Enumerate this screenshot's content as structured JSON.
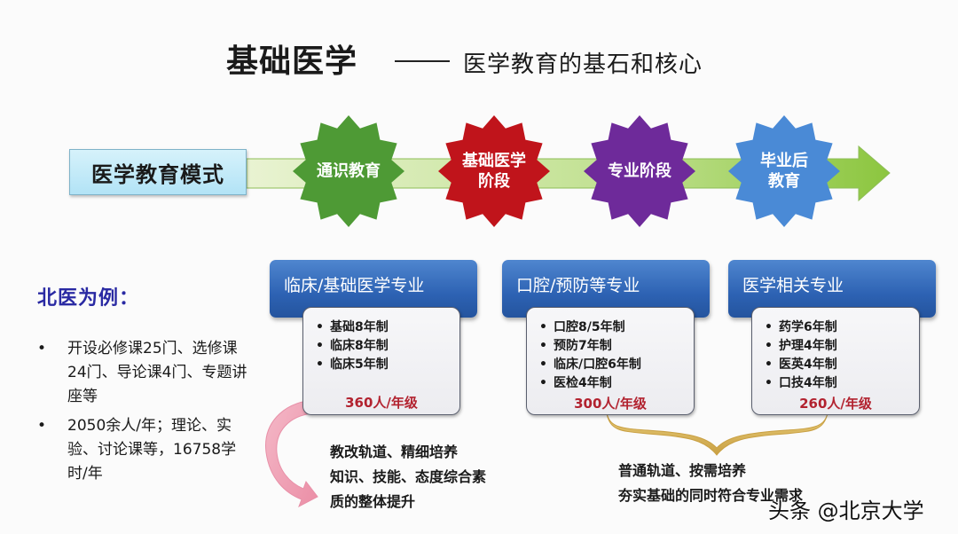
{
  "title": {
    "main": "基础医学",
    "dash": "——",
    "subtitle": "医学教育的基石和核心"
  },
  "flow": {
    "mode_label": "医学教育模式",
    "arrow_color": "#9fd15a",
    "stages": [
      {
        "line1": "通识教育",
        "line2": "",
        "color": "#4e9a35"
      },
      {
        "line1": "基础医学",
        "line2": "阶段",
        "color": "#c0141b"
      },
      {
        "line1": "专业阶段",
        "line2": "",
        "color": "#6e2a9a"
      },
      {
        "line1": "毕业后",
        "line2": "教育",
        "color": "#4a8ad6"
      }
    ]
  },
  "example": {
    "title": "北医为例：",
    "items": [
      {
        "bullet": "•",
        "text": "开设必修课25门、选修课24门、导论课4门、专题讲座等"
      },
      {
        "bullet": "•",
        "text": "2050余人/年；理论、实验、讨论课等，16758学时/年"
      }
    ]
  },
  "categories": [
    {
      "header": "临床/基础医学专业",
      "programs": [
        "基础8年制",
        "临床8年制",
        "临床5年制"
      ],
      "count": "360人/年级"
    },
    {
      "header": "口腔/预防等专业",
      "programs": [
        "口腔8/5年制",
        "预防7年制",
        "临床/口腔6年制",
        "医检4年制"
      ],
      "count": "300人/年级"
    },
    {
      "header": "医学相关专业",
      "programs": [
        "药学6年制",
        "护理4年制",
        "医英4年制",
        "口技4年制"
      ],
      "count": "260人/年级"
    }
  ],
  "notes": {
    "reform_track": [
      "教改轨道、精细培养",
      "知识、技能、态度综合素",
      "质的整体提升"
    ],
    "regular_track": [
      "普通轨道、按需培养",
      "夯实基础的同时符合专业需求"
    ]
  },
  "watermark": "头条 @北京大学",
  "colors": {
    "header_blue": "#2d62b3",
    "count_red": "#b2222f",
    "example_title": "#2a2aa3",
    "curved_arrow_pink": "#f0a0b4",
    "brace_gold": "#d8b45a"
  }
}
